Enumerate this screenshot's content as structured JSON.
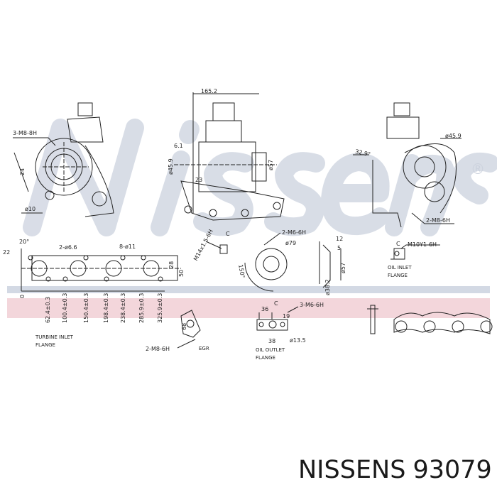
{
  "watermark": {
    "text": "Nissens",
    "registered": "®",
    "band_colors": [
      "#c9d0de",
      "#f1cdd3"
    ]
  },
  "brand": {
    "name": "NISSENS",
    "part_number": "93079"
  },
  "top_views": {
    "left": {
      "thread": "3-M8-8H",
      "angle": "24",
      "hole": "ø10"
    },
    "center": {
      "width": "165.2",
      "offset": "6.1",
      "diameter_left": "ø45.9",
      "dim_23": "23",
      "diameter_right": "ø57"
    },
    "right": {
      "angle": "32.9°",
      "diameter": "ø45.9",
      "thread": "2-M8-6H"
    }
  },
  "turbine_flange": {
    "angle": "20°",
    "offset": "22",
    "holes_small": "2-ø6.6",
    "holes_large": "8-ø11",
    "height_inner": "28",
    "height_outer": "50",
    "origin": "0",
    "positions": [
      "62.4±0.3",
      "100.4±0.3",
      "150.4±0.3",
      "198.4±0.3",
      "238.4±0.3",
      "285.9±0.3",
      "325.9±0.3"
    ],
    "title_line1": "TURBINE  INLET",
    "title_line2": "FLANGE"
  },
  "egr": {
    "dim": "68",
    "thread": "2-M8-6H",
    "label": "EGR"
  },
  "sensor": {
    "thread": "M14x1.5-6H",
    "mark": "C"
  },
  "compressor_outlet": {
    "thread": "2-M6-6H",
    "diameter": "ø79",
    "angle": "150°",
    "w1": "12",
    "w2": "5",
    "d1": "ø57",
    "d2": "ø38.2"
  },
  "oil_inlet": {
    "mark": "C",
    "thread": "M10Y1-6H",
    "title_line1": "OIL  INLET",
    "title_line2": "FLANGE"
  },
  "oil_outlet": {
    "w1": "36",
    "w2": "19",
    "mark": "C",
    "thread": "3-M6-6H",
    "hole": "ø13.5",
    "w3": "38",
    "title_line1": "OIL  OUTLET",
    "title_line2": "FLANGE"
  }
}
